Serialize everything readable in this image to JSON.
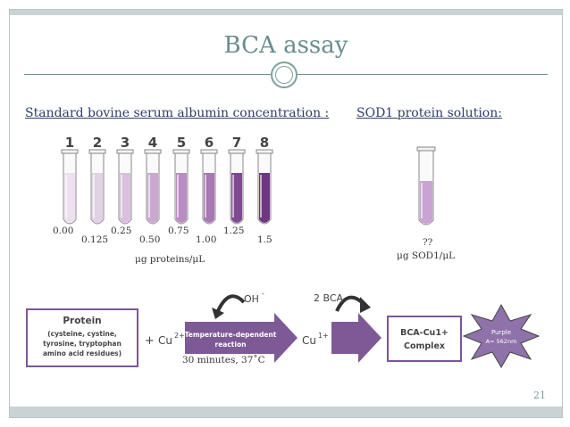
{
  "slide": {
    "title": "BCA assay",
    "page_number": "21"
  },
  "standards": {
    "heading": "Standard bovine serum albumin concentration :",
    "unit": "μg proteins/μL",
    "tubes": [
      {
        "number": "1",
        "conc": "0.00",
        "color": "#ede1ef"
      },
      {
        "number": "2",
        "conc": "0.125",
        "color": "#e3d1e6"
      },
      {
        "number": "3",
        "conc": "0.25",
        "color": "#d9c0dd"
      },
      {
        "number": "4",
        "conc": "0.50",
        "color": "#cba8d1"
      },
      {
        "number": "5",
        "conc": "0.75",
        "color": "#b98cc2"
      },
      {
        "number": "6",
        "conc": "1.00",
        "color": "#a877b5"
      },
      {
        "number": "7",
        "conc": "1.25",
        "color": "#804a91"
      },
      {
        "number": "8",
        "conc": "1.5",
        "color": "#6e3683"
      }
    ]
  },
  "sample": {
    "heading": "SOD1 protein solution:",
    "value": "??",
    "unit": "μg SOD1/μL",
    "color": "#c9a3d3"
  },
  "reaction": {
    "protein_title": "Protein",
    "protein_detail_1": "(cysteine, cystine,",
    "protein_detail_2": "tyrosine, tryptophan",
    "protein_detail_3": "amino acid residues)",
    "plus": "+",
    "cu2": "Cu",
    "cu2_sup": "2+",
    "arrow_label_1": "Temperature-dependent",
    "arrow_label_2": "reaction",
    "oh": "OH",
    "oh_sup": "-",
    "cu1": "Cu",
    "cu1_sup": "1+",
    "bca": "2 BCA",
    "complex_1": "BCA-Cu1+",
    "complex_2": "Complex",
    "purple_1": "Purple",
    "purple_2": "A= 562nm",
    "condition": "30 minutes, 37˚C"
  },
  "colors": {
    "title": "#6a8d8d",
    "heading": "#2f3e6b",
    "scheme_border": "#7b5796",
    "arrow": "#7d5a96"
  }
}
